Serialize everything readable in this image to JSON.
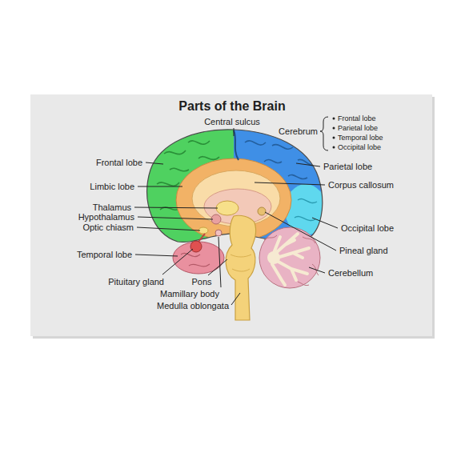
{
  "diagram": {
    "title": "Parts of the Brain",
    "labels": [
      "Central sulcus",
      "Cerebrum",
      "Frontal lobe",
      "Parietal lobe",
      "Temporal lobe",
      "Occipital lobe",
      "Frontal lobe",
      "Parietal lobe",
      "Limbic lobe",
      "Corpus callosum",
      "Thalamus",
      "Hypothalamus",
      "Optic chiasm",
      "Occipital lobe",
      "Pineal gland",
      "Temporal lobe",
      "Cerebellum",
      "Pituitary gland",
      "Pons",
      "Mamillary body",
      "Medulla oblongata"
    ]
  }
}
